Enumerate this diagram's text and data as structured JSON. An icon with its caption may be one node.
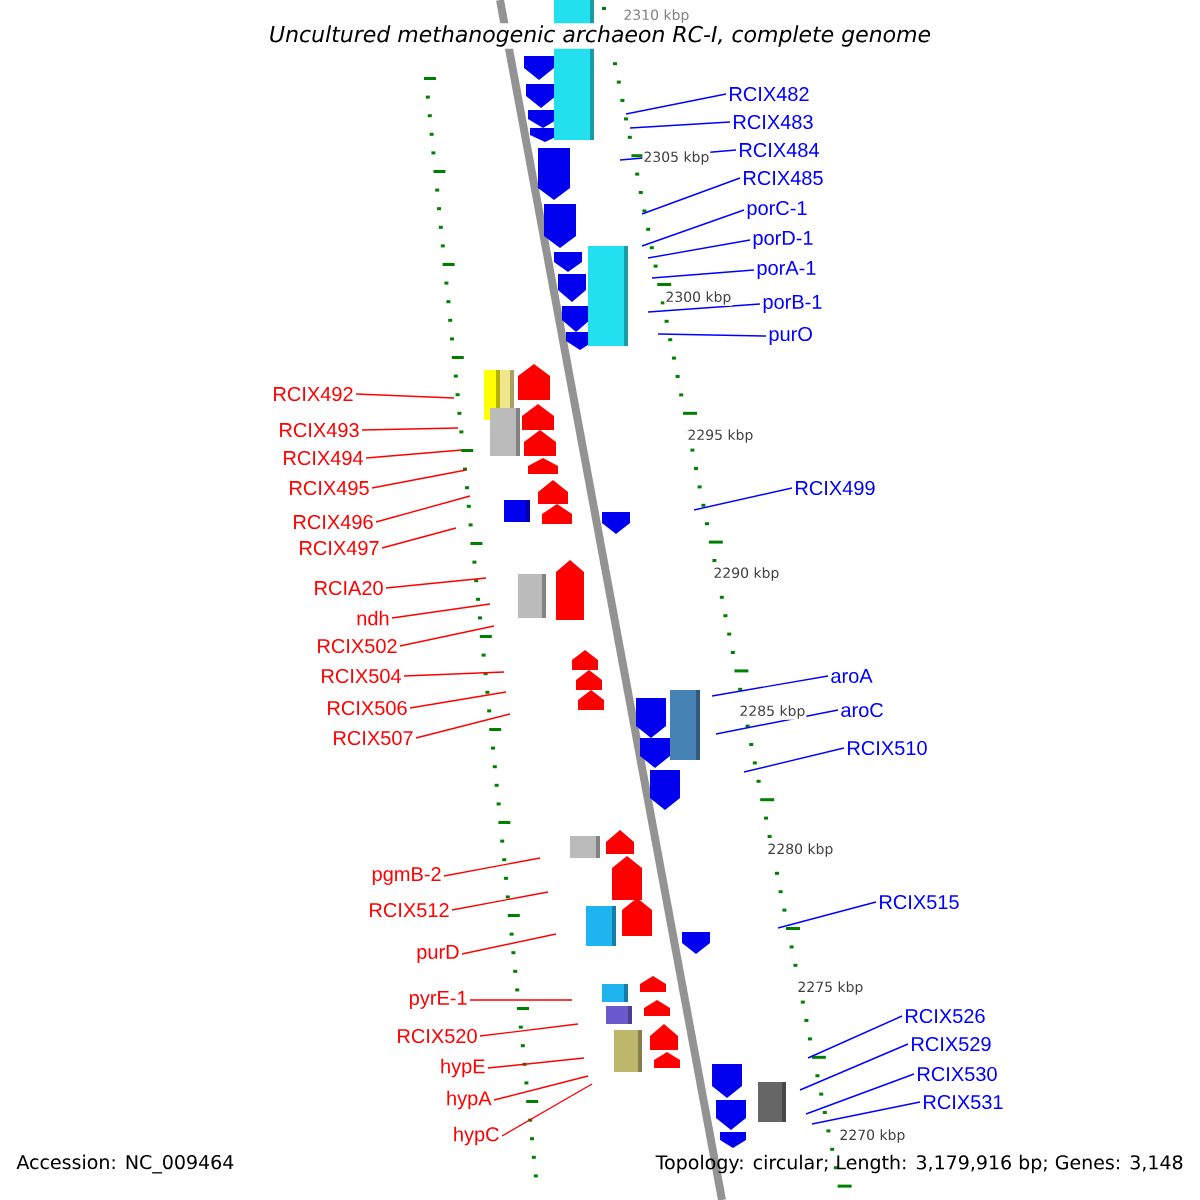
{
  "diagram": {
    "title": "Uncultured methanogenic archaeon RC-I, complete genome",
    "nodes": [
      {
        "text": [
          "RCIX482"
        ]
      },
      {
        "text": [
          "RCIX483"
        ]
      },
      {
        "text": [
          "RCIX484"
        ]
      },
      {
        "text": [
          "RCIX485"
        ]
      },
      {
        "text": [
          "porC-1"
        ]
      },
      {
        "text": [
          "porD-1"
        ]
      },
      {
        "text": [
          "porA-1"
        ]
      },
      {
        "text": [
          "porB-1"
        ]
      },
      {
        "text": [
          "purO"
        ]
      },
      {
        "text": [
          "RCIX492"
        ]
      },
      {
        "text": [
          "RCIX493"
        ]
      },
      {
        "text": [
          "RCIX494"
        ]
      },
      {
        "text": [
          "RCIX495"
        ]
      },
      {
        "text": [
          "RCIX499"
        ]
      },
      {
        "text": [
          "RCIX496"
        ]
      },
      {
        "text": [
          "RCIX497"
        ]
      },
      {
        "text": [
          "RCIA20"
        ]
      },
      {
        "text": [
          "ndh"
        ]
      },
      {
        "text": [
          "RCIX502"
        ]
      },
      {
        "text": [
          "RCIX504"
        ]
      },
      {
        "text": [
          "aroA"
        ]
      },
      {
        "text": [
          "RCIX506"
        ]
      },
      {
        "text": [
          "aroC"
        ]
      },
      {
        "text": [
          "RCIX507"
        ]
      },
      {
        "text": [
          "RCIX510"
        ]
      },
      {
        "text": [
          "pgmB-2"
        ]
      },
      {
        "text": [
          "RCIX515"
        ]
      },
      {
        "text": [
          "RCIX512"
        ]
      },
      {
        "text": [
          "purD"
        ]
      },
      {
        "text": [
          "pyrE-1"
        ]
      },
      {
        "text": [
          "RCIX526"
        ]
      },
      {
        "text": [
          "RCIX520"
        ]
      },
      {
        "text": [
          "RCIX529"
        ]
      },
      {
        "text": [
          "hypE"
        ]
      },
      {
        "text": [
          "RCIX530"
        ]
      },
      {
        "text": [
          "hypA"
        ]
      },
      {
        "text": [
          "RCIX531"
        ]
      },
      {
        "text": [
          "hypC"
        ]
      }
    ],
    "edges": [
      {
        "from": 0,
        "to": null,
        "arrow": "none",
        "color": "#0000ff"
      },
      {
        "from": 1,
        "to": null,
        "arrow": "none",
        "color": "#0000ff"
      },
      {
        "from": 2,
        "to": null,
        "arrow": "none",
        "color": "#0000ff"
      },
      {
        "from": 3,
        "to": null,
        "arrow": "none",
        "color": "#0000ff"
      },
      {
        "from": 4,
        "to": null,
        "arrow": "none",
        "color": "#0000ff"
      },
      {
        "from": 5,
        "to": null,
        "arrow": "none",
        "color": "#0000ff"
      },
      {
        "from": 6,
        "to": null,
        "arrow": "none",
        "color": "#0000ff"
      },
      {
        "from": 7,
        "to": null,
        "arrow": "none",
        "color": "#0000ff"
      },
      {
        "from": 8,
        "to": null,
        "arrow": "none",
        "color": "#0000ff"
      },
      {
        "from": 9,
        "to": null,
        "arrow": "none"
      },
      {
        "from": 10,
        "to": null,
        "arrow": "none"
      },
      {
        "from": 11,
        "to": null,
        "arrow": "none"
      },
      {
        "from": 12,
        "to": null,
        "arrow": "none"
      },
      {
        "from": 13,
        "to": null,
        "arrow": "none",
        "color": "#0000ff"
      },
      {
        "from": 14,
        "to": null,
        "arrow": "none"
      },
      {
        "from": 15,
        "to": null,
        "arrow": "none"
      },
      {
        "from": 16,
        "to": null,
        "arrow": "none"
      },
      {
        "from": 17,
        "to": null,
        "arrow": "none"
      },
      {
        "from": 18,
        "to": null,
        "arrow": "none"
      },
      {
        "from": 19,
        "to": null,
        "arrow": "none"
      },
      {
        "from": 20,
        "to": null,
        "arrow": "none",
        "color": "#0000ff"
      },
      {
        "from": 21,
        "to": null,
        "arrow": "none"
      },
      {
        "from": 22,
        "to": null,
        "arrow": "none",
        "color": "#0000ff"
      },
      {
        "from": 23,
        "to": null,
        "arrow": "none"
      },
      {
        "from": 24,
        "to": null,
        "arrow": "none",
        "color": "#0000ff"
      },
      {
        "from": 25,
        "to": null,
        "arrow": "none"
      },
      {
        "from": 26,
        "to": null,
        "arrow": "none",
        "color": "#0000ff"
      },
      {
        "from": 27,
        "to": null,
        "arrow": "none"
      },
      {
        "from": 28,
        "to": null,
        "arrow": "none"
      },
      {
        "from": 29,
        "to": null,
        "arrow": "none"
      },
      {
        "from": 30,
        "to": null,
        "arrow": "none",
        "color": "#0000ff"
      },
      {
        "from": 31,
        "to": null,
        "arrow": "none"
      },
      {
        "from": 32,
        "to": null,
        "arrow": "none",
        "color": "#0000ff"
      },
      {
        "from": 33,
        "to": null,
        "arrow": "none"
      },
      {
        "from": 34,
        "to": null,
        "arrow": "none",
        "color": "#0000ff"
      },
      {
        "from": 35,
        "to": null,
        "arrow": "none"
      },
      {
        "from": 36,
        "to": null,
        "arrow": "none",
        "color": "#0000ff"
      },
      {
        "from": 37,
        "to": null,
        "arrow": "none"
      }
    ],
    "labels": [
      "2310 kbp",
      "2305 kbp",
      "2300 kbp",
      "2295 kbp",
      "2290 kbp",
      "2285 kbp",
      "2280 kbp",
      "2275 kbp",
      "2270 kbp",
      "Accession: NC_009464",
      "Topology: circular; Length: 3,179,916 bp; Genes: 3,148"
    ]
  }
}
